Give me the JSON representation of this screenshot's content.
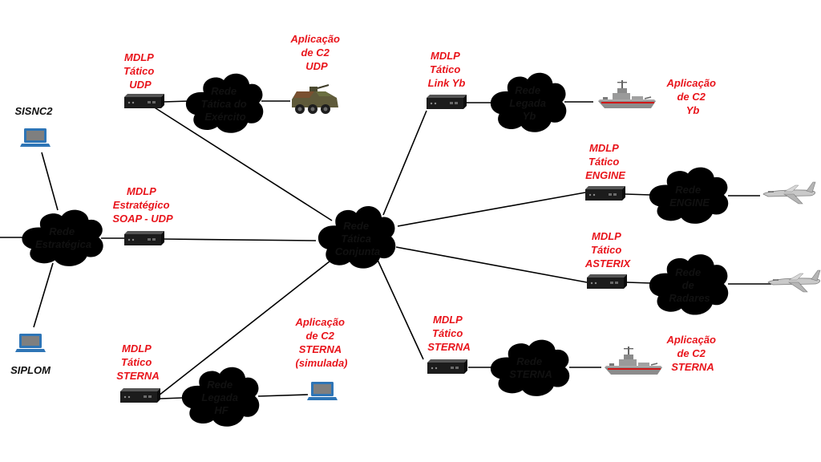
{
  "colors": {
    "label_red": "#e8141b",
    "label_black": "#111111",
    "line": "#000000",
    "laptop_blue": "#2e75b6"
  },
  "clouds": {
    "estrategica": [
      "Rede",
      "Estratégica"
    ],
    "tatica_exercito": [
      "Rede",
      "Tática do",
      "Exército"
    ],
    "conjunta": [
      "Rede",
      "Tática",
      "Conjunta"
    ],
    "legada_yb": [
      "Rede",
      "Legada",
      "Yb"
    ],
    "engine": [
      "Rede",
      "ENGINE"
    ],
    "radares": [
      "Rede",
      "de",
      "Radares"
    ],
    "sterna": [
      "Rede",
      "STERNA"
    ],
    "legada_hf": [
      "Rede",
      "Legada",
      "HF"
    ]
  },
  "devices": {
    "udp": [
      "MDLP",
      "Tático",
      "UDP"
    ],
    "estrategico": [
      "MDLP",
      "Estratégico",
      "SOAP - UDP"
    ],
    "sterna_left": [
      "MDLP",
      "Tático",
      "STERNA"
    ],
    "link_yb": [
      "MDLP",
      "Tático",
      "Link Yb"
    ],
    "engine": [
      "MDLP",
      "Tático",
      "ENGINE"
    ],
    "asterix": [
      "MDLP",
      "Tático",
      "ASTERIX"
    ],
    "sterna_right": [
      "MDLP",
      "Tático",
      "STERNA"
    ]
  },
  "applications": {
    "c2_udp": [
      "Aplicação",
      "de C2",
      "UDP"
    ],
    "c2_yb": [
      "Aplicação",
      "de C2",
      "Yb"
    ],
    "c2_sterna_sim": [
      "Aplicação",
      "de C2",
      "STERNA",
      "(simulada)"
    ],
    "c2_sterna": [
      "Aplicação",
      "de C2",
      "STERNA"
    ]
  },
  "systems": {
    "sisnc2": "SISNC2",
    "siplom": "SIPLOM"
  },
  "icons": {
    "device": "network-box-icon",
    "laptop": "laptop-icon",
    "vehicle": "armored-vehicle-icon",
    "ship": "warship-icon",
    "aircraft": "aircraft-icon"
  }
}
